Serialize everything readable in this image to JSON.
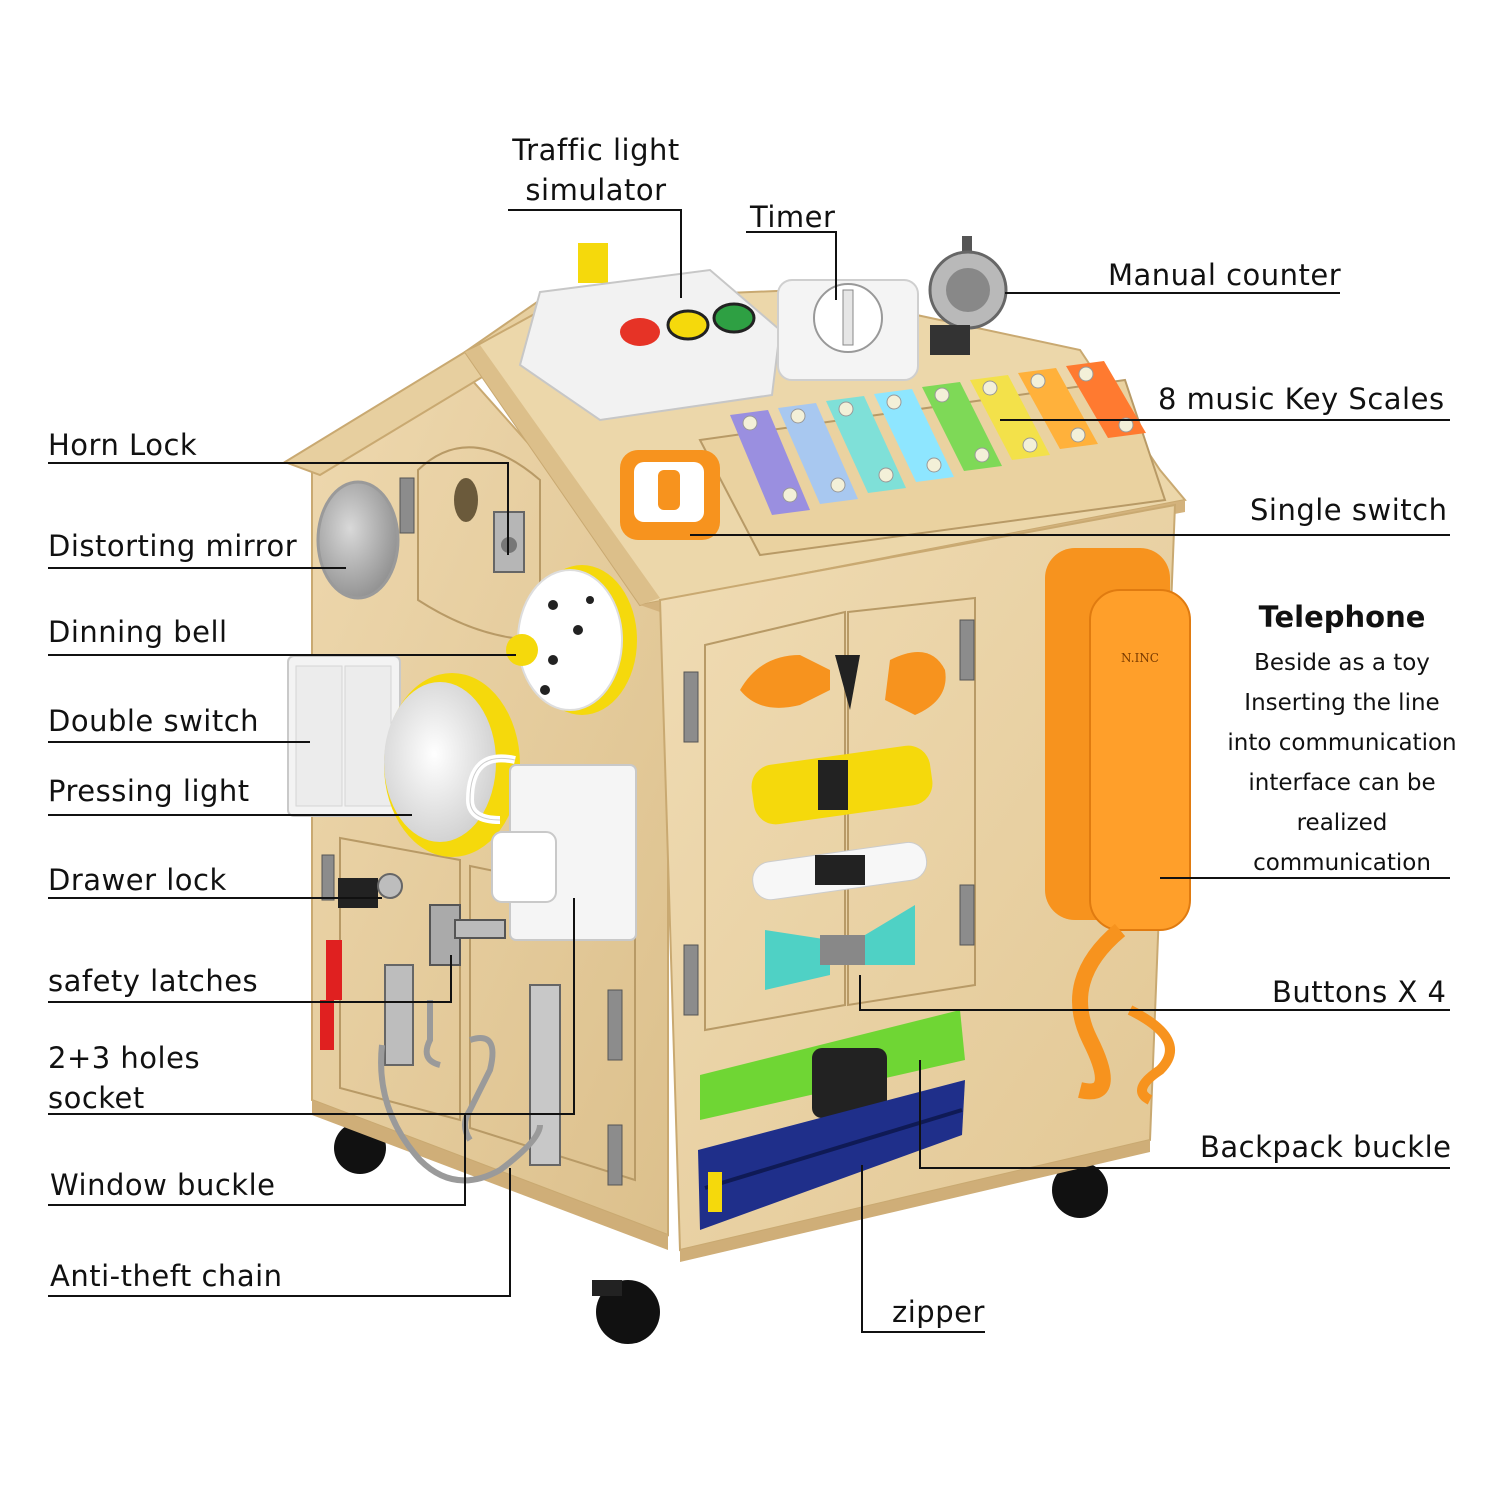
{
  "labels": {
    "traffic_light": [
      "Traffic light",
      "simulator"
    ],
    "timer": "Timer",
    "manual_counter": "Manual counter",
    "music_keys": "8 music Key Scales",
    "single_switch": "Single switch",
    "horn_lock": "Horn Lock",
    "distorting_mirror": "Distorting mirror",
    "dinning_bell": "Dinning bell",
    "double_switch": "Double switch",
    "pressing_light": "Pressing light",
    "drawer_lock": "Drawer lock",
    "safety_latches": "safety latches",
    "socket": [
      "2+3 holes",
      "socket"
    ],
    "window_buckle": "Window buckle",
    "anti_theft_chain": "Anti-theft chain",
    "buttons": "Buttons X 4",
    "backpack_buckle": "Backpack buckle",
    "zipper": "zipper"
  },
  "telephone": {
    "title": "Telephone",
    "description": [
      "Beside as a toy",
      "Inserting the line",
      "into communication",
      "interface can be",
      "realized",
      "communication"
    ],
    "brand": "N.INC"
  },
  "colors": {
    "wood": "#e9d3a9",
    "wood_dark": "#d6b985",
    "orange": "#f7931e",
    "yellow": "#f5d90c",
    "green": "#6fd634",
    "navy": "#1f2f8a",
    "white_part": "#f2f2f2"
  },
  "xylophone_colors": [
    "#9a8fe0",
    "#a8c8f0",
    "#7fe0d8",
    "#8ee6ff",
    "#7ed957",
    "#f3e14a",
    "#ffb13b",
    "#ff7a30"
  ]
}
